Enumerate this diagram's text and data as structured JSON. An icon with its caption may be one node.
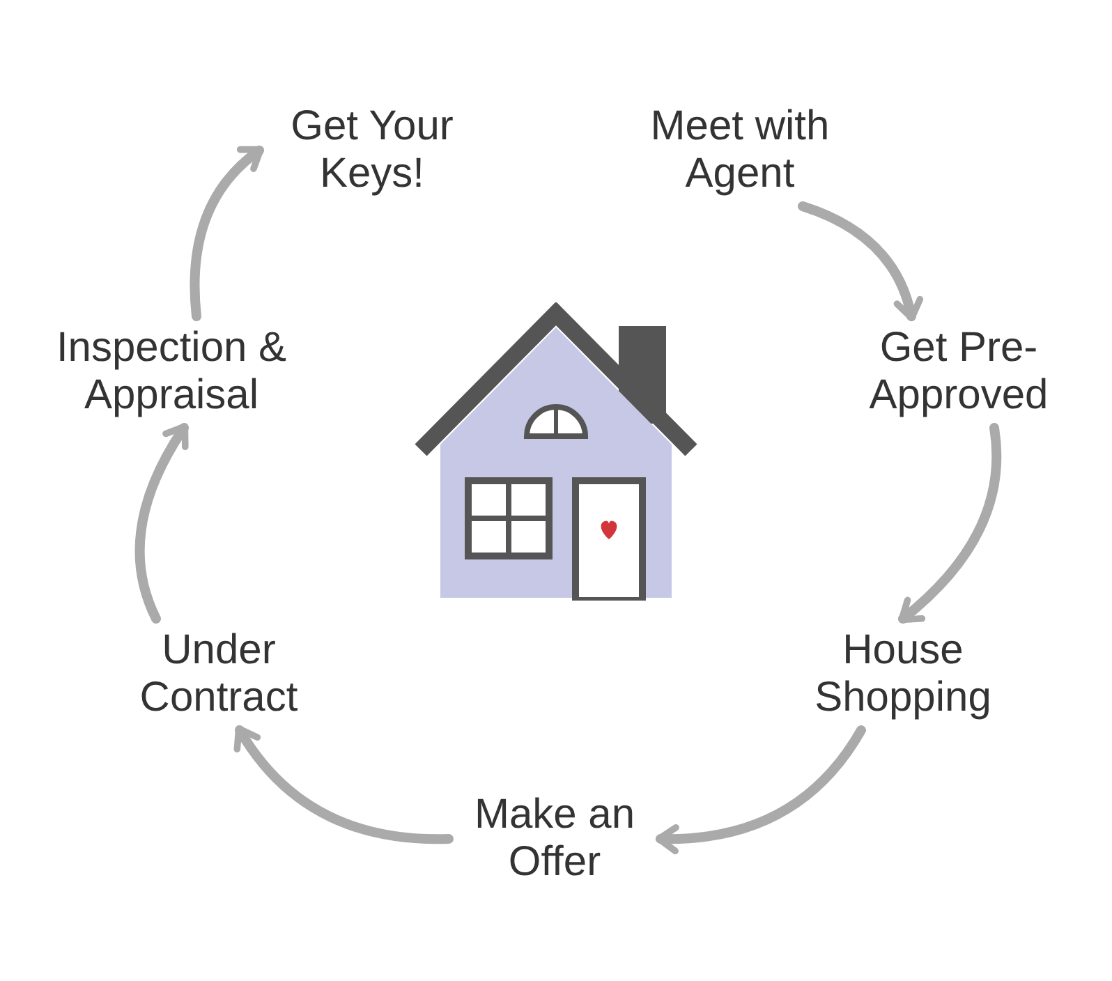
{
  "diagram": {
    "nodes": [
      {
        "text": [
          "Get Your Keys!"
        ]
      },
      {
        "text": [
          "Meet with Agent"
        ]
      },
      {
        "text": [
          "Get Pre-Approved"
        ]
      },
      {
        "text": [
          "House Shopping"
        ]
      },
      {
        "text": [
          "Make an Offer"
        ]
      },
      {
        "text": [
          "Under Contract"
        ]
      },
      {
        "text": [
          "Inspection & Appraisal"
        ]
      }
    ],
    "edges": [
      {
        "from": 1,
        "to": 2,
        "arrow": "to"
      },
      {
        "from": 2,
        "to": 3,
        "arrow": "to"
      },
      {
        "from": 3,
        "to": 4,
        "arrow": "to"
      },
      {
        "from": 4,
        "to": 5,
        "arrow": "to"
      },
      {
        "from": 5,
        "to": 6,
        "arrow": "to"
      },
      {
        "from": 6,
        "to": 0,
        "arrow": "to"
      }
    ]
  }
}
